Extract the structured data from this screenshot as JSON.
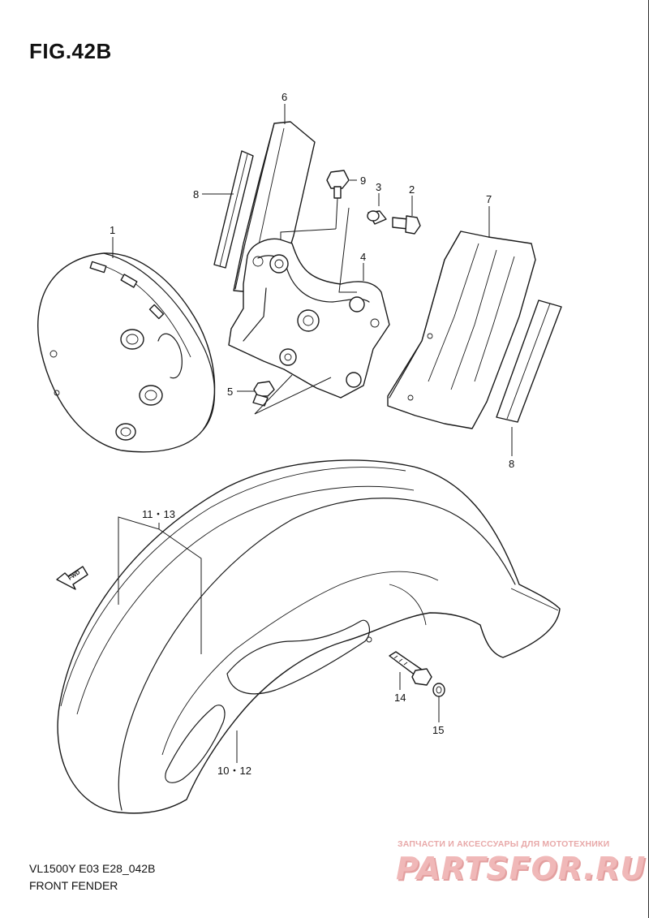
{
  "figure": {
    "title": "FIG.42B"
  },
  "callouts": {
    "p1": "1",
    "p2": "2",
    "p3": "3",
    "p4": "4",
    "p5": "5",
    "p6": "6",
    "p7": "7",
    "p8a": "8",
    "p8b": "8",
    "p9": "9",
    "p11_13": "11・13",
    "p10_12": "10・12",
    "p14": "14",
    "p15": "15"
  },
  "direction_arrow": {
    "label": "FWD"
  },
  "footer": {
    "model_code": "VL1500Y E03 E28_042B",
    "section_name": "FRONT FENDER"
  },
  "watermark": {
    "tagline": "ЗАПЧАСТИ И АКСЕССУАРЫ ДЛЯ МОТОТЕХНИКИ",
    "logo": "PARTSFOR.RU",
    "color": "#f0b8b8"
  }
}
